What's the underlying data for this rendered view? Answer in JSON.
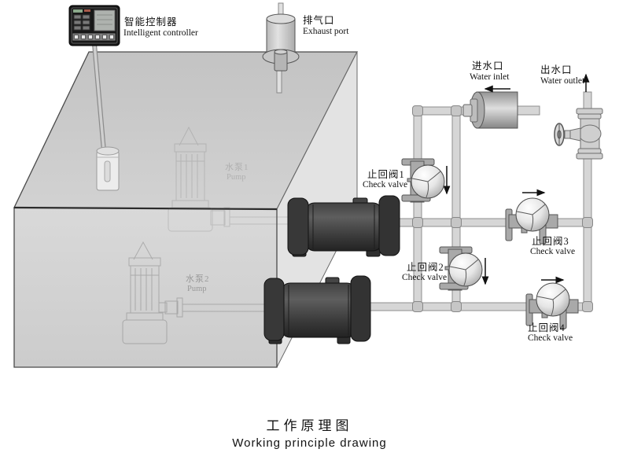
{
  "title": {
    "zh": "工作原理图",
    "en": "Working principle drawing"
  },
  "labels": {
    "controller": {
      "zh": "智能控制器",
      "en": "Intelligent controller"
    },
    "exhaust_port": {
      "zh": "排气口",
      "en": "Exhaust port"
    },
    "water_inlet": {
      "zh": "进水口",
      "en": "Water inlet"
    },
    "water_outlet": {
      "zh": "出水口",
      "en": "Water outlet"
    },
    "check_valve_1": {
      "zh": "止回阀1",
      "en": "Check valve"
    },
    "check_valve_2": {
      "zh": "止回阀2",
      "en": "Check valve"
    },
    "check_valve_3": {
      "zh": "止回阀3",
      "en": "Check valve"
    },
    "check_valve_4": {
      "zh": "止回阀4",
      "en": "Check valve"
    },
    "pump_1": {
      "zh": "水泵1",
      "en": "Pump"
    },
    "pump_2": {
      "zh": "水泵2",
      "en": "Pump"
    }
  },
  "colors": {
    "tank_grey": "#cfcfcf",
    "pipe_grey": "#d6d6d6",
    "device_dark": "#3a3a3a",
    "text": "#111111"
  }
}
